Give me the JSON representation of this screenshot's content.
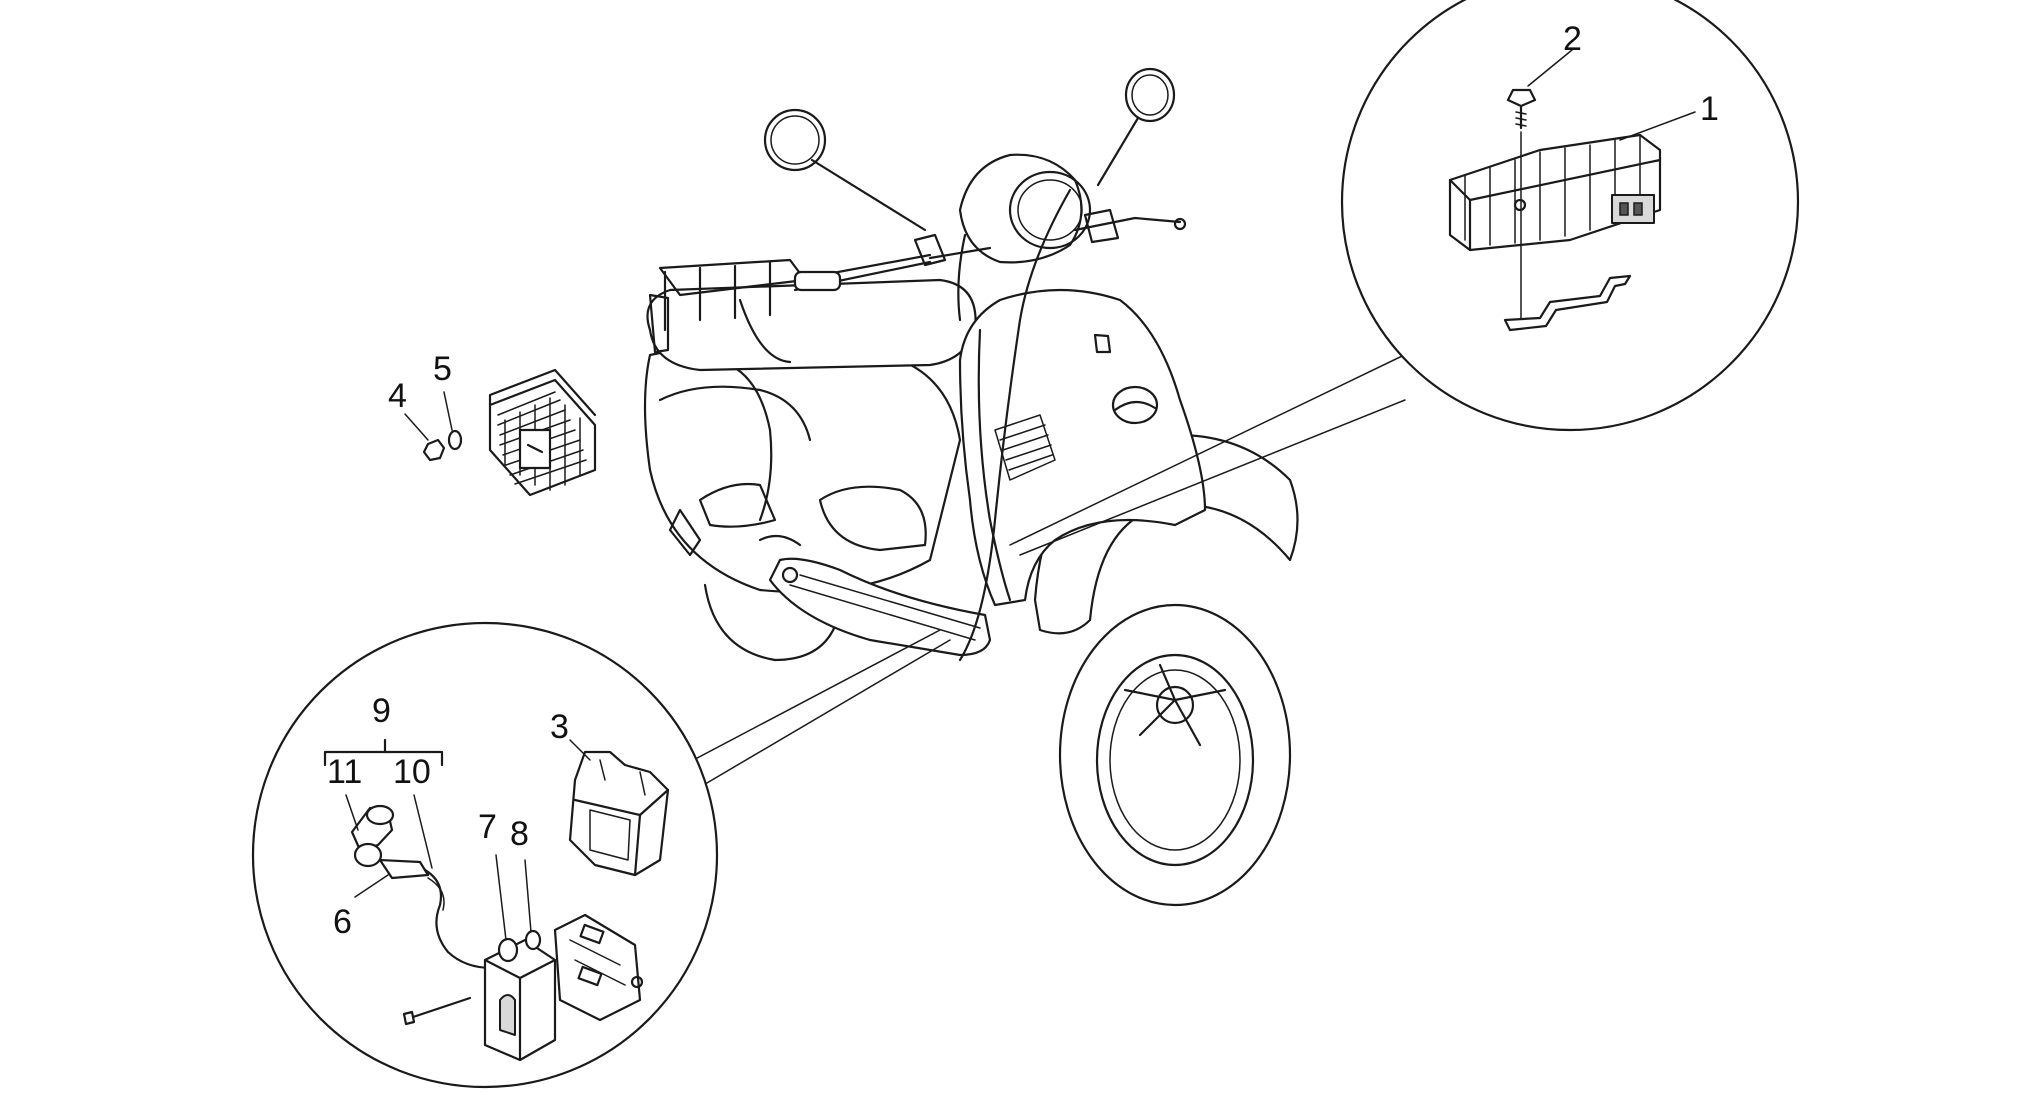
{
  "diagram": {
    "callouts": [
      {
        "id": "1",
        "text": "1"
      },
      {
        "id": "2",
        "text": "2"
      },
      {
        "id": "3",
        "text": "3"
      },
      {
        "id": "4",
        "text": "4"
      },
      {
        "id": "5",
        "text": "5"
      },
      {
        "id": "6",
        "text": "6"
      },
      {
        "id": "7",
        "text": "7"
      },
      {
        "id": "8",
        "text": "8"
      },
      {
        "id": "9",
        "text": "9"
      },
      {
        "id": "10",
        "text": "10"
      },
      {
        "id": "11",
        "text": "11"
      }
    ],
    "colors": {
      "line": "#1a1a1a",
      "background": "#ffffff",
      "shade": "#d9d9d9"
    }
  }
}
